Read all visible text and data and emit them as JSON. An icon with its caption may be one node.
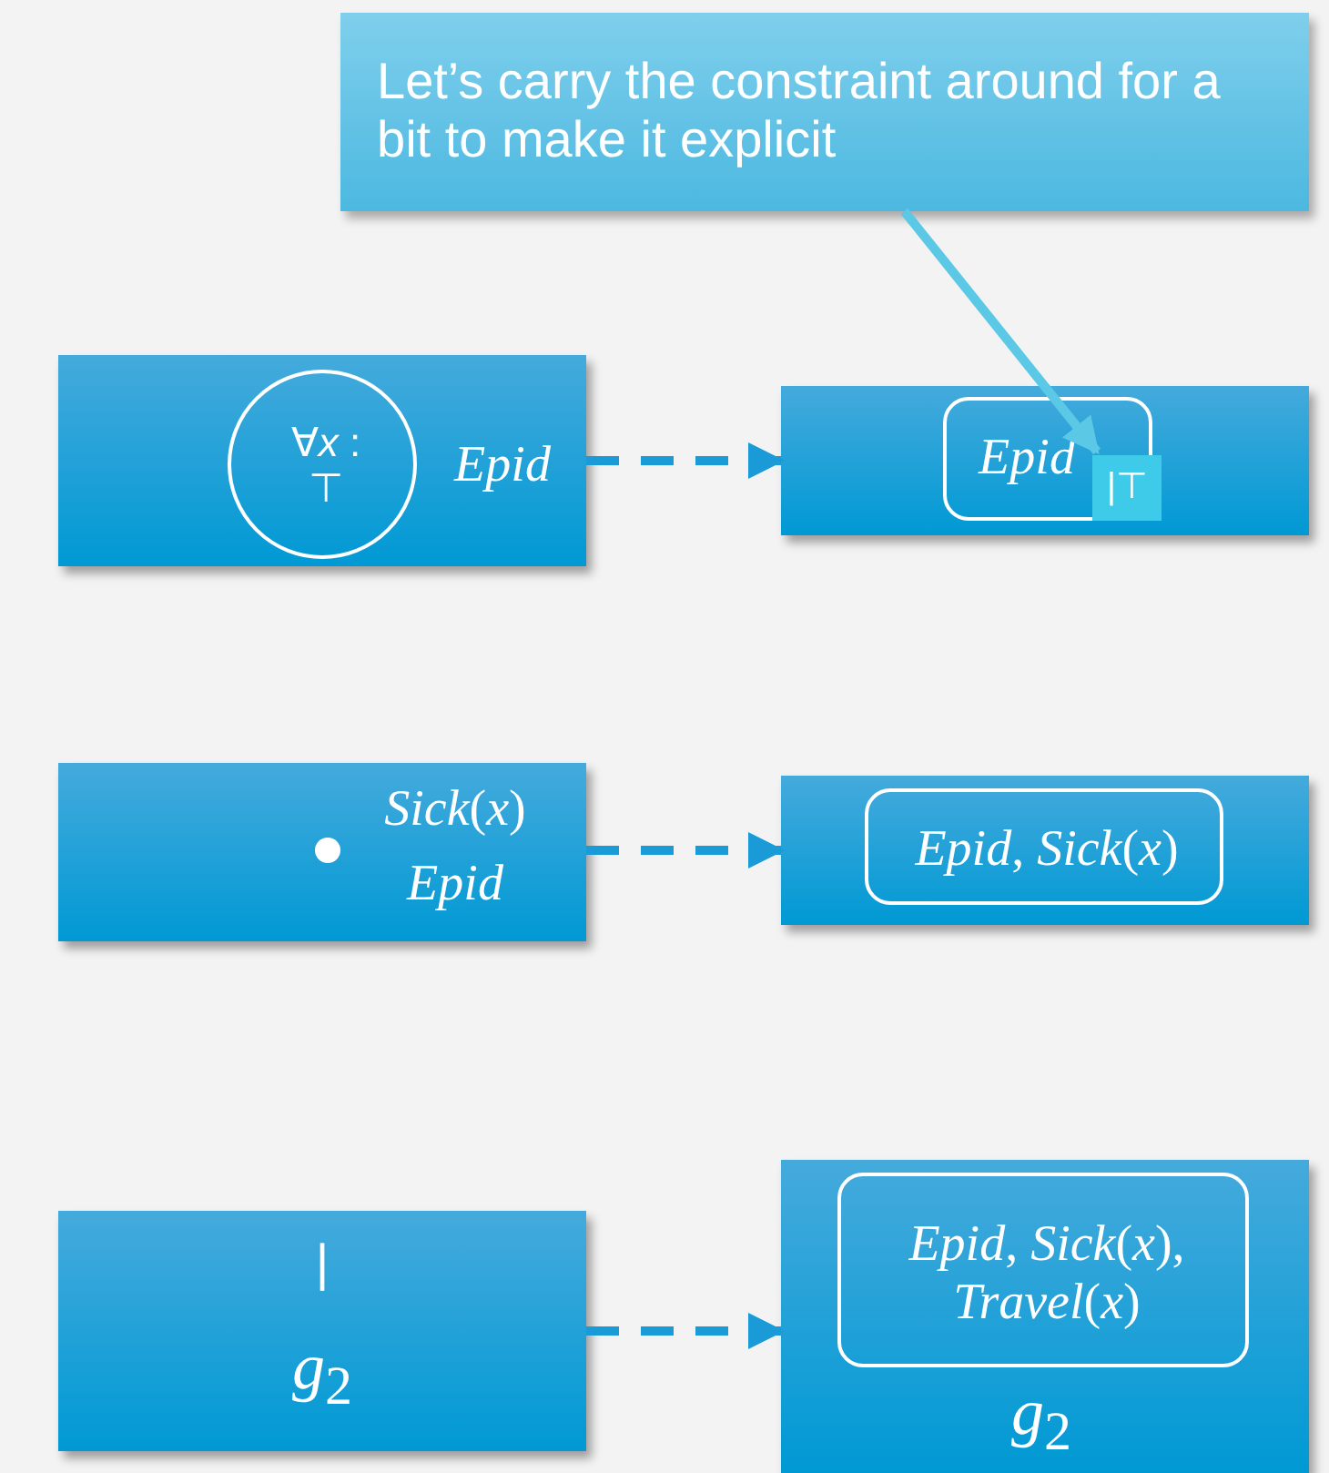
{
  "diagram": {
    "nodes": [
      {
        "text": [
          "Let’s carry the constraint around for a bit to make it explicit"
        ]
      },
      {
        "text": [
          "*Epid*"
        ]
      },
      {
        "text": [
          "∀*x* : ⊤"
        ],
        "in": 1
      },
      {
        "text": [],
        "shape": "box"
      },
      {
        "text": [
          "*Epid*"
        ],
        "in": 3
      },
      {
        "text": [
          "|⊤"
        ],
        "in": 4
      },
      {
        "text": [
          "*Sick*(*x*)",
          "*Epid*"
        ]
      },
      {
        "text": [],
        "shape": "box"
      },
      {
        "text": [
          "*Epid*, *Sick*(*x*)"
        ],
        "in": 7
      },
      {
        "text": [
          "|",
          "*g*$_{2}$"
        ]
      },
      {
        "text": [
          "*g*$_{2}$"
        ]
      },
      {
        "text": [
          "*Epid*, *Sick*(*x*), *Travel*(*x*)"
        ],
        "in": 10
      }
    ],
    "edges": [
      {
        "from": 0,
        "to": 5,
        "arrow": "to",
        "color": "#5bc8e6"
      },
      {
        "from": 1,
        "to": 3,
        "arrow": "to",
        "style": "dashed"
      },
      {
        "from": 6,
        "to": 7,
        "arrow": "to",
        "style": "dashed"
      },
      {
        "from": 9,
        "to": 10,
        "arrow": "to",
        "style": "dashed"
      }
    ]
  }
}
